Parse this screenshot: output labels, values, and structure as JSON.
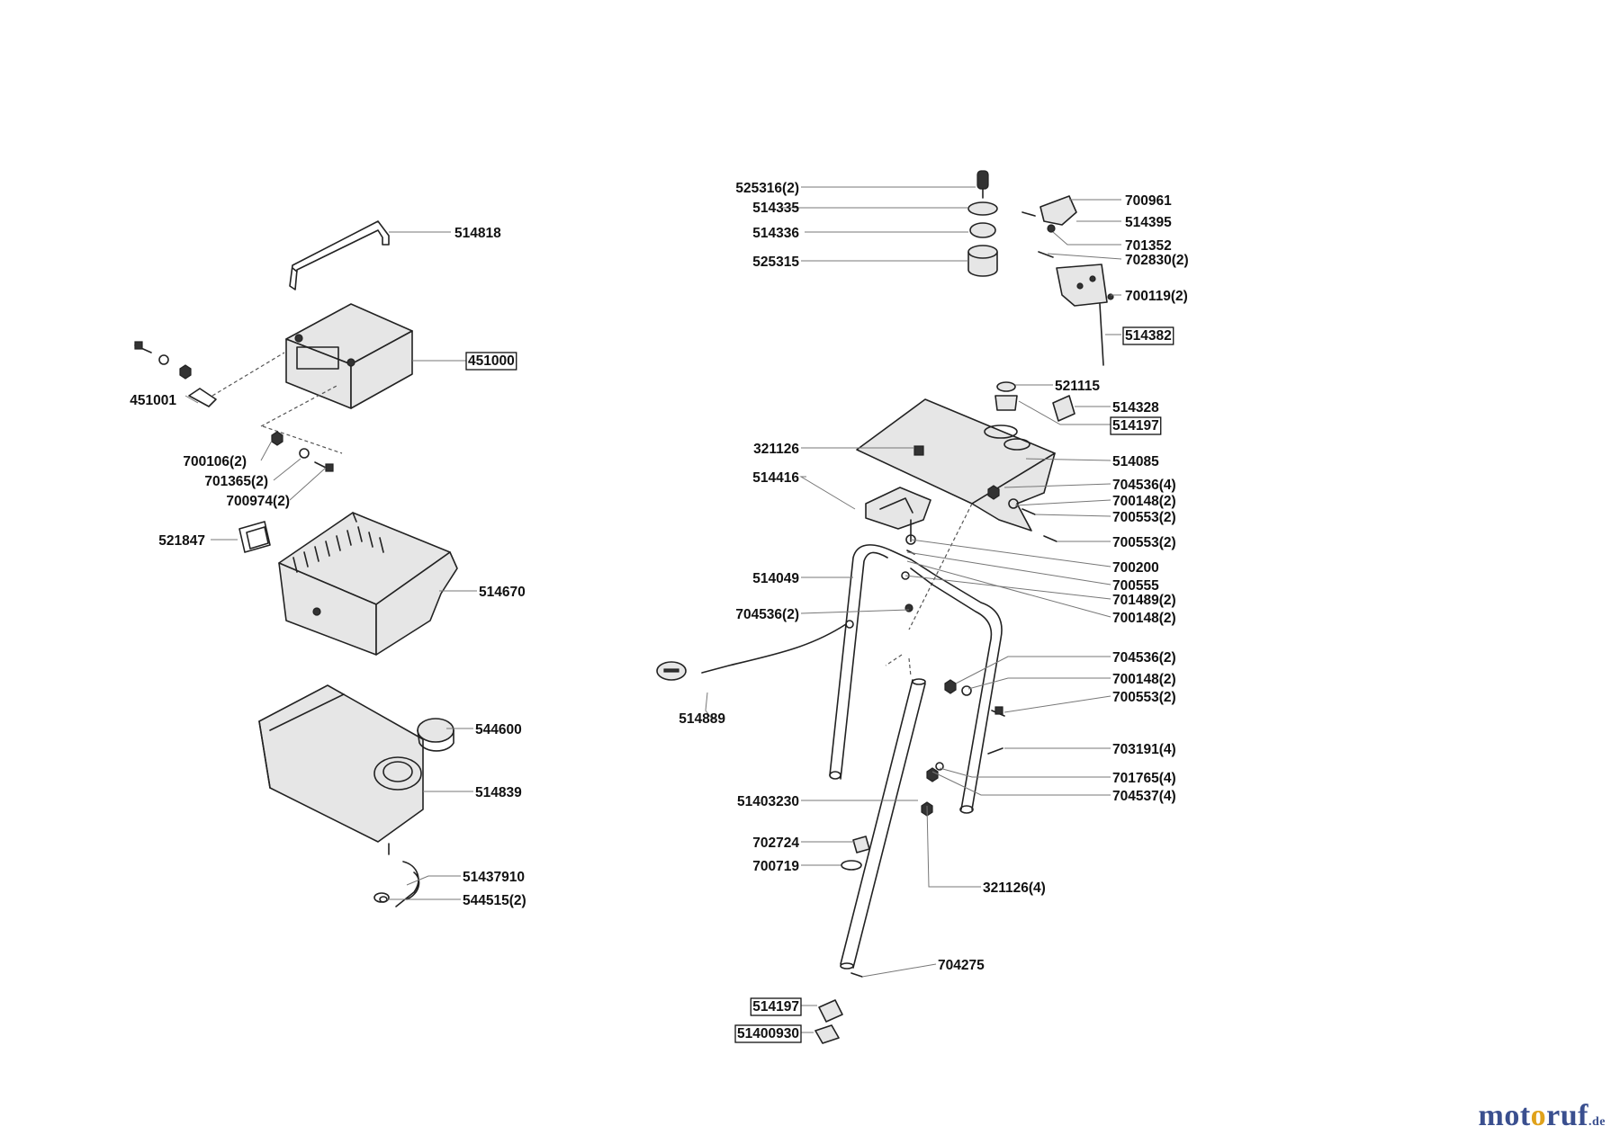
{
  "labels": [
    {
      "text": "514818",
      "boxed": false
    },
    {
      "text": "451000",
      "boxed": true
    },
    {
      "text": "451001",
      "boxed": false
    },
    {
      "text": "700106(2)",
      "boxed": false
    },
    {
      "text": "701365(2)",
      "boxed": false
    },
    {
      "text": "700974(2)",
      "boxed": false
    },
    {
      "text": "521847",
      "boxed": false
    },
    {
      "text": "514670",
      "boxed": false
    },
    {
      "text": "544600",
      "boxed": false
    },
    {
      "text": "514839",
      "boxed": false
    },
    {
      "text": "51437910",
      "boxed": false
    },
    {
      "text": "544515(2)",
      "boxed": false
    },
    {
      "text": "525316(2)",
      "boxed": false
    },
    {
      "text": "514335",
      "boxed": false
    },
    {
      "text": "514336",
      "boxed": false
    },
    {
      "text": "525315",
      "boxed": false
    },
    {
      "text": "700961",
      "boxed": false
    },
    {
      "text": "514395",
      "boxed": false
    },
    {
      "text": "701352",
      "boxed": false
    },
    {
      "text": "702830(2)",
      "boxed": false
    },
    {
      "text": "700119(2)",
      "boxed": false
    },
    {
      "text": "514382",
      "boxed": true
    },
    {
      "text": "521115",
      "boxed": false
    },
    {
      "text": "514328",
      "boxed": false
    },
    {
      "text": "514197",
      "boxed": true
    },
    {
      "text": "321126",
      "boxed": false
    },
    {
      "text": "514085",
      "boxed": false
    },
    {
      "text": "514416",
      "boxed": false
    },
    {
      "text": "704536(4)",
      "boxed": false
    },
    {
      "text": "700148(2)",
      "boxed": false
    },
    {
      "text": "700553(2)",
      "boxed": false
    },
    {
      "text": "700553(2)",
      "boxed": false
    },
    {
      "text": "700200",
      "boxed": false
    },
    {
      "text": "514049",
      "boxed": false
    },
    {
      "text": "700555",
      "boxed": false
    },
    {
      "text": "701489(2)",
      "boxed": false
    },
    {
      "text": "704536(2)",
      "boxed": false
    },
    {
      "text": "700148(2)",
      "boxed": false
    },
    {
      "text": "704536(2)",
      "boxed": false
    },
    {
      "text": "700148(2)",
      "boxed": false
    },
    {
      "text": "700553(2)",
      "boxed": false
    },
    {
      "text": "514889",
      "boxed": false
    },
    {
      "text": "703191(4)",
      "boxed": false
    },
    {
      "text": "701765(4)",
      "boxed": false
    },
    {
      "text": "704537(4)",
      "boxed": false
    },
    {
      "text": "51403230",
      "boxed": false
    },
    {
      "text": "702724",
      "boxed": false
    },
    {
      "text": "700719",
      "boxed": false
    },
    {
      "text": "321126(4)",
      "boxed": false
    },
    {
      "text": "704275",
      "boxed": false
    },
    {
      "text": "514197",
      "boxed": true
    },
    {
      "text": "51400930",
      "boxed": true
    }
  ],
  "watermark": {
    "part1": "mot",
    "part2": "o",
    "part3": "ruf",
    "tld": ".de"
  }
}
